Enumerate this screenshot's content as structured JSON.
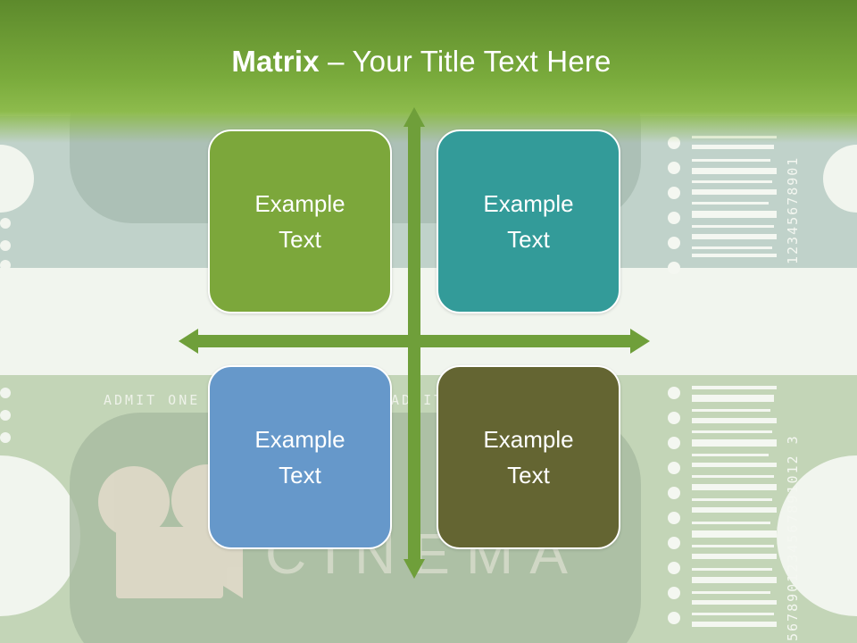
{
  "slide": {
    "title_bold": "Matrix",
    "title_rest": " – Your Title Text Here"
  },
  "matrix": {
    "cells": [
      {
        "text": "Example\nText",
        "color": "#7ca73b"
      },
      {
        "text": "Example\nText",
        "color": "#339b99"
      },
      {
        "text": "Example\nText",
        "color": "#6698ca"
      },
      {
        "text": "Example\nText",
        "color": "#646532"
      }
    ],
    "arrow_color": "#6f9f3a"
  },
  "background": {
    "ticket_text_top": "ADMIT ONE",
    "ticket_text_mid": "ADMIT",
    "barcode_digits_top": "12345678901",
    "barcode_digits_bottom": "5678901234567891012 3",
    "cinema_word": "CINEMA"
  }
}
